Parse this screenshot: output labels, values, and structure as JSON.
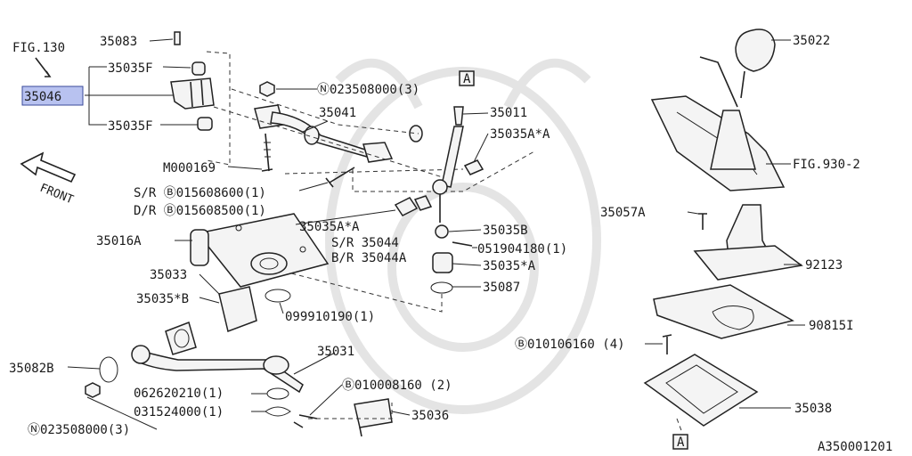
{
  "diagram": {
    "highlight_color": "#b8c2f0",
    "labels": {
      "fig130": "FIG.130",
      "p35083": "35083",
      "p35035F_top": "35035F",
      "p35046": "35046",
      "p35035F_bot": "35035F",
      "m000169": "M000169",
      "front": "FRONT",
      "sr_bolt": "S/R Ⓑ015608600(1)",
      "dr_bolt": "D/R Ⓑ015608500(1)",
      "p35016A": "35016A",
      "p35033": "35033",
      "p35035B_star": "35035*B",
      "p35082B": "35082B",
      "p062620210": "062620210(1)",
      "p031524000": "031524000(1)",
      "nut_bottom": "Ⓝ023508000(3)",
      "nut_top": "Ⓝ023508000(3)",
      "p35041": "35041",
      "p35011": "35011",
      "p35035A_starA_right": "35035A*A",
      "p35035A_starA_mid": "35035A*A",
      "p35035B": "35035B",
      "sr_35044": "S/R 35044",
      "br_35044A": "B/R 35044A",
      "p051904180": "051904180(1)",
      "p35035_starA": "35035*A",
      "p35087": "35087",
      "p099910190": "099910190(1)",
      "p35031": "35031",
      "bolt_010008160": "Ⓑ010008160 (2)",
      "p35036": "35036",
      "p35022": "35022",
      "fig930": "FIG.930-2",
      "p35057A": "35057A",
      "p92123": "92123",
      "p90815I": "90815I",
      "bolt_010106160": "Ⓑ010106160 (4)",
      "p35038": "35038",
      "ref_A_top": "A",
      "ref_A_bottom": "A",
      "drawing_id": "A350001201"
    }
  }
}
